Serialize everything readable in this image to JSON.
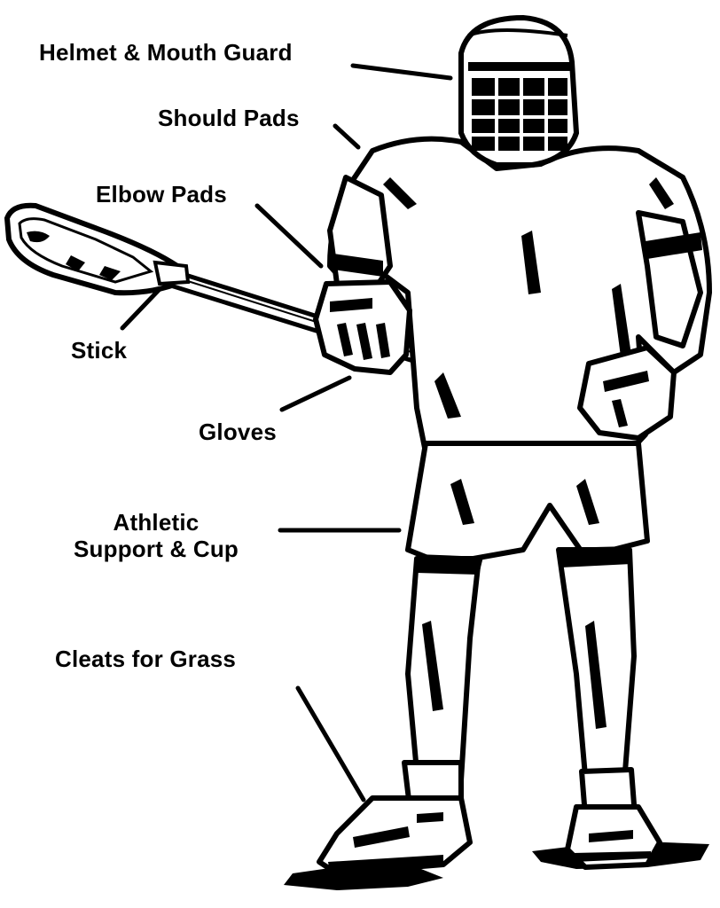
{
  "labels": {
    "helmet": "Helmet & Mouth Guard",
    "shoulder": "Should Pads",
    "elbow": "Elbow Pads",
    "stick": "Stick",
    "gloves": "Gloves",
    "athletic_line1": "Athletic",
    "athletic_line2": "Support & Cup",
    "cleats": "Cleats for Grass"
  },
  "colors": {
    "ink": "#000000",
    "paper": "#ffffff"
  }
}
